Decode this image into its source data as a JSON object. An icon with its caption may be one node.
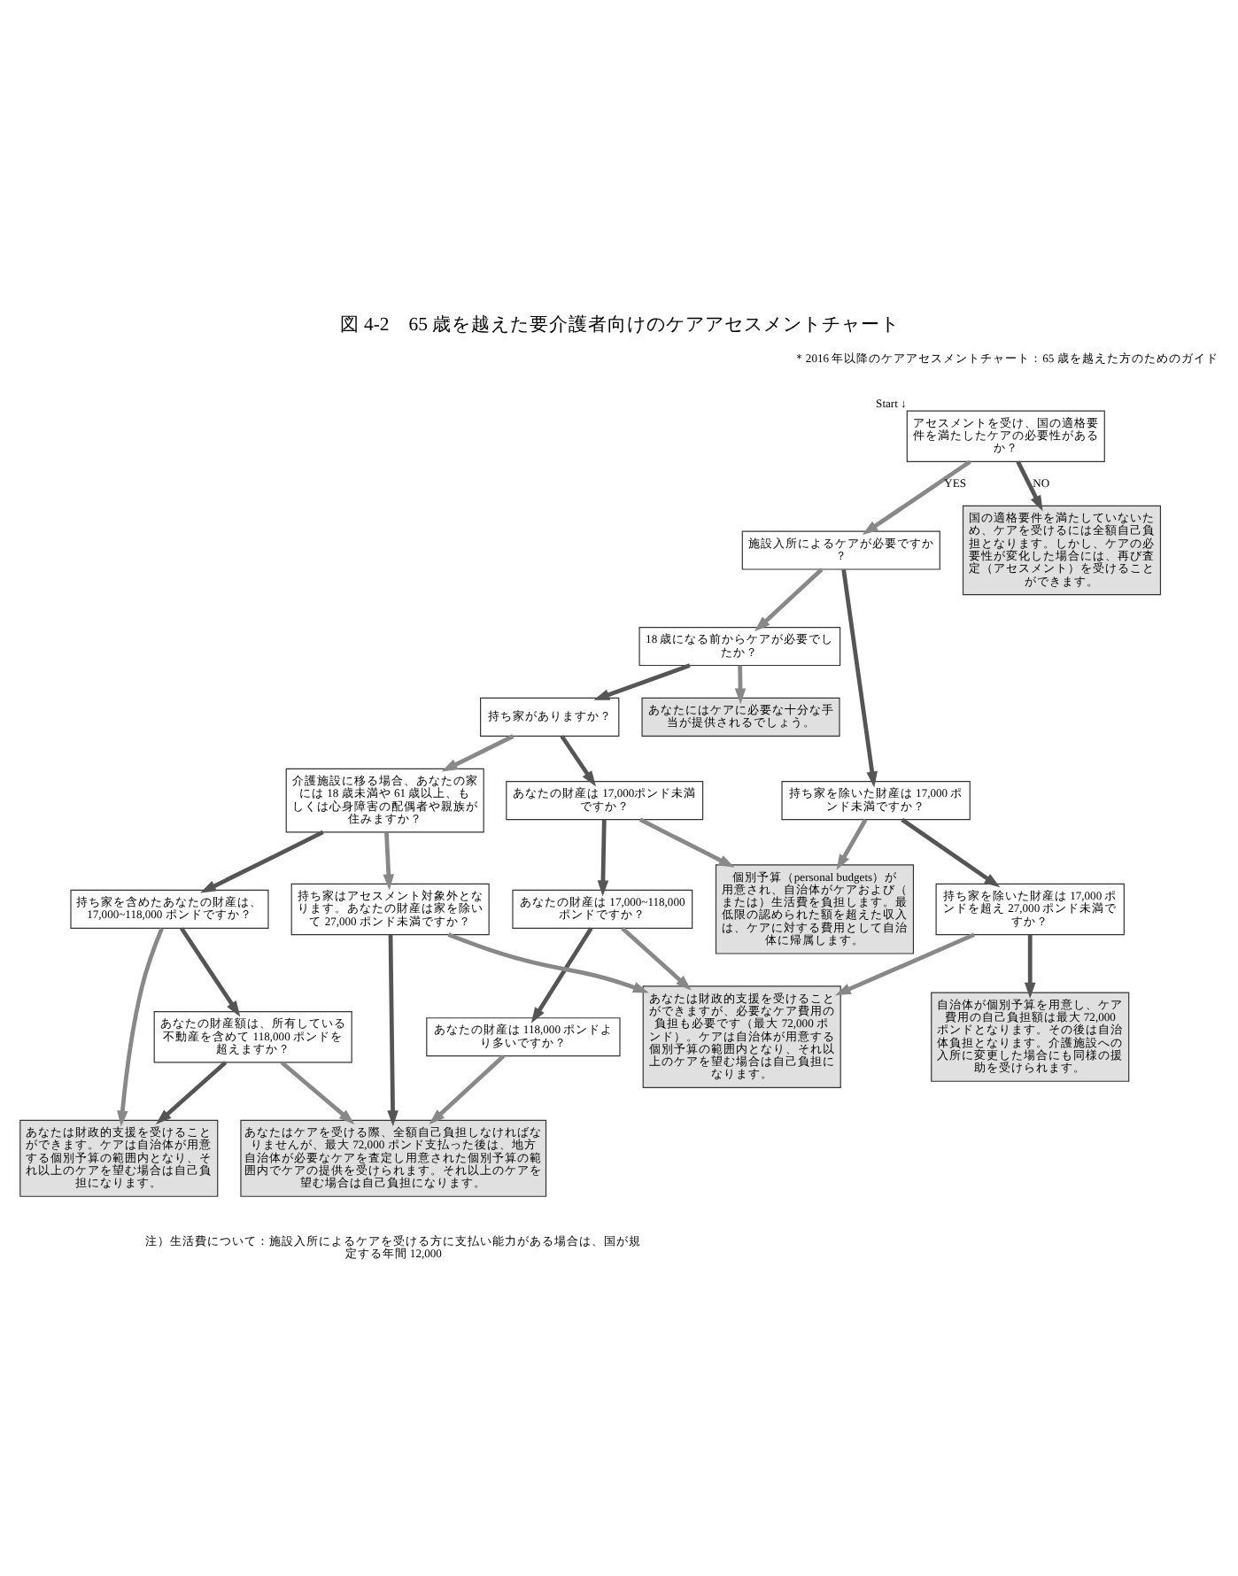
{
  "diagram": {
    "title": "図 4-2　65 歳を越えた要介護者向けのケアアセスメントチャート",
    "nodes": [
      {
        "text": [
          "アセスメントを受け、国の適格要件を満たしたケアの必要性があるか？"
        ],
        "beside": [
          "Start ↓"
        ]
      },
      {
        "text": [
          "施設入所によるケアが必要ですか？"
        ]
      },
      {
        "text": [
          "国の適格要件を満たしていないため、ケアを受けるには全額自己負担となります。しかし、ケアの必要性が変化した場合には、再び査定（アセスメント）を受けることができます。"
        ]
      },
      {
        "text": [
          "18 歳になる前からケアが必要でしたか？"
        ]
      },
      {
        "text": [
          "あなたにはケアに必要な十分な手当が提供されるでしょう。"
        ]
      },
      {
        "text": [
          "持ち家を除いた財産は 17,000 ポンド未満ですか？"
        ]
      },
      {
        "text": [
          "持ち家がありますか？"
        ]
      },
      {
        "text": [
          "あなたの財産は 17,000ポンド未満ですか？"
        ]
      },
      {
        "text": [
          "個別予算（personal budgets）が用意され、自治体がケアおよび（または）生活費を負担します。最低限の認められた額を超えた収入は、ケアに対する費用として自治体に帰属します。"
        ]
      },
      {
        "text": [
          "持ち家を除いた財産は 17,000 ポンドを超え 27,000 ポンド未満ですか？"
        ]
      },
      {
        "text": [
          "介護施設に移る場合、あなたの家には 18 歳未満や 61 歳以上、もしくは心身障害の配偶者や親族が住みますか？"
        ]
      },
      {
        "text": [
          "あなたの財産は 17,000~118,000 ポンドですか？"
        ]
      },
      {
        "text": [
          "あなたは財政的支援を受けることができますが、必要なケア費用の負担も必要です（最大 72,000 ポンド）。ケアは自治体が用意する個別予算の範囲内となり、それ以上のケアを望む場合は自己負担になります。"
        ]
      },
      {
        "text": [
          "自治体が個別予算を用意し、ケア費用の自己負担額は最大 72,000 ポンドとなります。その後は自治体負担となります。介護施設への入所に変更した場合にも同様の援助を受けられます。"
        ]
      },
      {
        "text": [
          "持ち家を含めたあなたの財産は、17,000~118,000 ポンドですか？"
        ]
      },
      {
        "text": [
          "持ち家はアセスメント対象外となります。あなたの財産は家を除いて 27,000 ポンド未満ですか？"
        ]
      },
      {
        "text": [
          "あなたの財産額は、所有している不動産を含めて 118,000 ポンドを超えますか？"
        ]
      },
      {
        "text": [
          "あなたの財産は 118,000 ポンドより多いですか？"
        ]
      },
      {
        "text": [
          "あなたは財政的支援を受けることができます。ケアは自治体が用意する個別予算の範囲内となり、それ以上のケアを望む場合は自己負担になります。"
        ]
      },
      {
        "text": [
          "あなたはケアを受ける際、全額自己負担しなければなりませんが、最大 72,000 ポンド支払った後は、地方自治体が必要なケアを査定し用意された個別予算の範囲内でケアの提供を受けられます。それ以上のケアを望む場合は自己負担になります。"
        ]
      }
    ],
    "edges": [
      {
        "from": 0,
        "to": 1,
        "arrow": "to",
        "label": "YES"
      },
      {
        "from": 0,
        "to": 2,
        "arrow": "to",
        "label": "NO",
        "color": "#555555"
      },
      {
        "from": 1,
        "to": 5,
        "arrow": "to",
        "color": "#555555"
      },
      {
        "from": 1,
        "to": 3,
        "arrow": "to"
      },
      {
        "from": 3,
        "to": 4,
        "arrow": "to"
      },
      {
        "from": 3,
        "to": 6,
        "arrow": "to",
        "color": "#555555"
      },
      {
        "from": 6,
        "to": 7,
        "arrow": "to",
        "color": "#555555"
      },
      {
        "from": 7,
        "to": 8,
        "arrow": "to"
      },
      {
        "from": 5,
        "to": 8,
        "arrow": "to"
      },
      {
        "from": 5,
        "to": 9,
        "arrow": "to",
        "color": "#555555"
      },
      {
        "from": 9,
        "to": 12,
        "arrow": "to"
      },
      {
        "from": 9,
        "to": 13,
        "arrow": "to",
        "color": "#555555"
      },
      {
        "from": 6,
        "to": 10,
        "arrow": "to"
      },
      {
        "from": 7,
        "to": 11,
        "arrow": "to",
        "color": "#555555"
      },
      {
        "from": 11,
        "to": 12,
        "arrow": "to"
      },
      {
        "from": 11,
        "to": 17,
        "arrow": "to",
        "color": "#555555"
      },
      {
        "from": 10,
        "to": 14,
        "arrow": "to",
        "color": "#555555"
      },
      {
        "from": 10,
        "to": 15,
        "arrow": "to"
      },
      {
        "from": 15,
        "to": 12,
        "arrow": "to"
      },
      {
        "from": 15,
        "to": 19,
        "arrow": "to",
        "color": "#555555"
      },
      {
        "from": 14,
        "to": 16,
        "arrow": "to",
        "color": "#555555"
      },
      {
        "from": 14,
        "to": 18,
        "arrow": "to"
      },
      {
        "from": 16,
        "to": 18,
        "arrow": "to",
        "color": "#555555"
      },
      {
        "from": 16,
        "to": 19,
        "arrow": "to"
      },
      {
        "from": 17,
        "to": 19,
        "arrow": "to"
      }
    ],
    "labels": [
      "＊2016 年以降のケアアセスメントチャート：65 歳を越えた方のためのガイド",
      "注）生活費について：施設入所によるケアを受ける方に支払い能力がある場合は、国が規定する年間 12,000"
    ]
  }
}
